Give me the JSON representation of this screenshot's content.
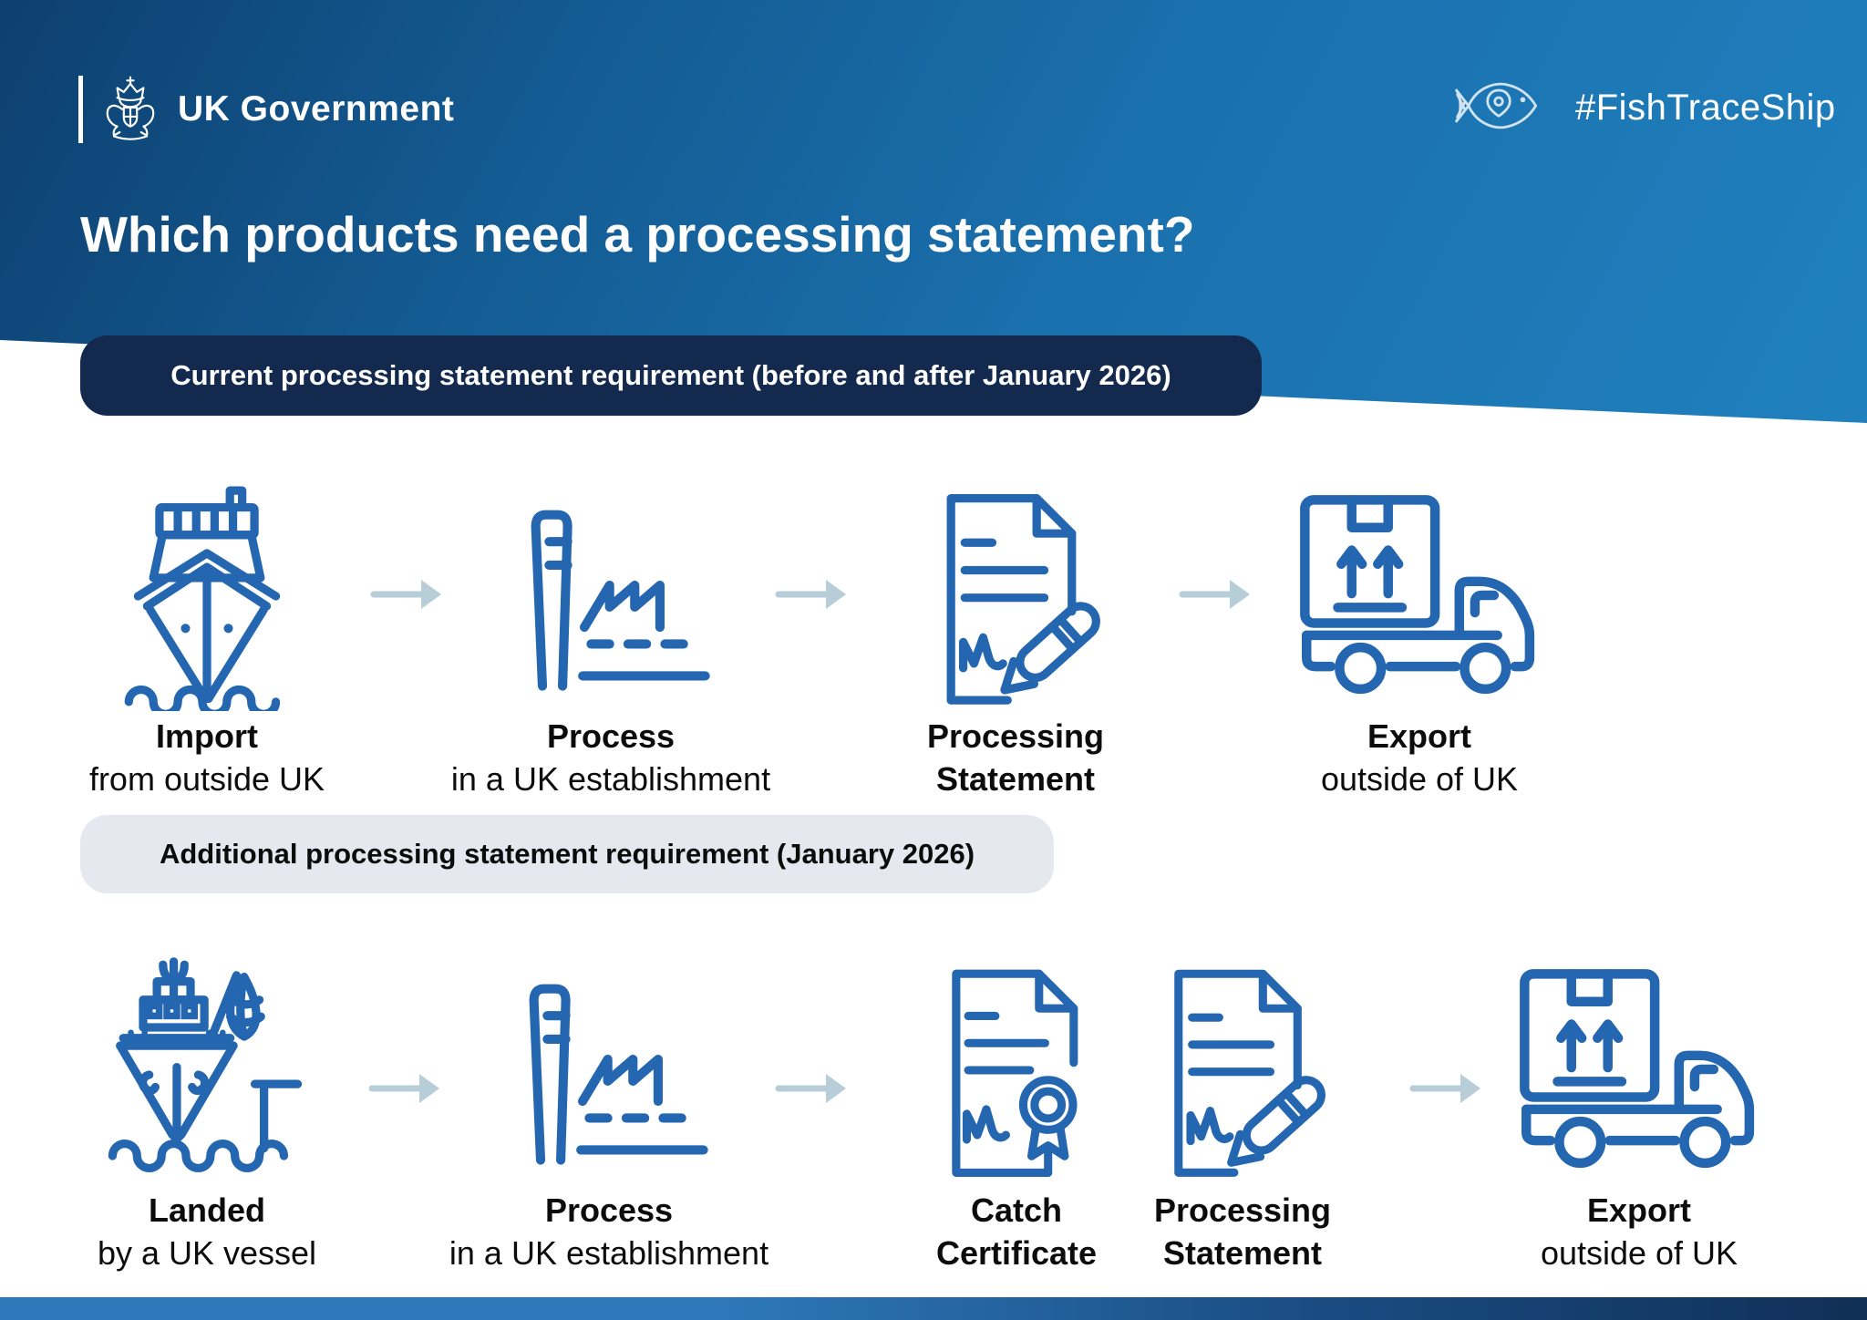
{
  "header": {
    "logo": {
      "text": "UK Government",
      "crest_icon": "royal-crest-icon"
    },
    "campaign": {
      "hashtag": "#FishTraceShip",
      "fish_icon": "fish-location-pin-icon"
    },
    "title": "Which products need a processing statement?"
  },
  "colors": {
    "header_gradient_start": "#0d4070",
    "header_gradient_end": "#2080be",
    "icon_blue": "#2566b0",
    "arrow_gray_blue": "#b7ced9",
    "banner_dark_navy": "#13294d",
    "banner_light_gray": "#e5e8ee",
    "footer_left": "#2e79ba",
    "footer_right": "#112f56"
  },
  "sections": [
    {
      "banner": "Current processing statement requirement (before and after January 2026)",
      "steps": [
        {
          "icon": "cargo-ship-icon",
          "title": "Import",
          "subtitle": "from outside UK"
        },
        {
          "icon": "factory-icon",
          "title": "Process",
          "subtitle": "in a UK establishment"
        },
        {
          "icon": "processing-statement-icon",
          "title": "Processing",
          "subtitle": "Statement"
        },
        {
          "icon": "export-truck-icon",
          "title": "Export",
          "subtitle": "outside of UK"
        }
      ]
    },
    {
      "banner": "Additional processing statement requirement (January 2026)",
      "steps": [
        {
          "icon": "fishing-vessel-icon",
          "title": "Landed",
          "subtitle": "by a UK vessel"
        },
        {
          "icon": "factory-icon",
          "title": "Process",
          "subtitle": "in a UK establishment"
        },
        {
          "icon": "catch-certificate-icon",
          "title": "Catch",
          "subtitle": "Certificate"
        },
        {
          "icon": "processing-statement-icon",
          "title": "Processing",
          "subtitle": "Statement"
        },
        {
          "icon": "export-truck-icon",
          "title": "Export",
          "subtitle": "outside of UK"
        }
      ]
    }
  ]
}
